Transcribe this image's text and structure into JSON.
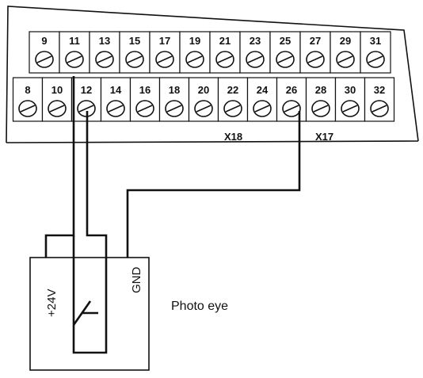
{
  "terminal_block": {
    "top_row": [
      "9",
      "11",
      "13",
      "15",
      "17",
      "19",
      "21",
      "23",
      "25",
      "27",
      "29",
      "31"
    ],
    "bottom_row": [
      "8",
      "10",
      "12",
      "14",
      "16",
      "18",
      "20",
      "22",
      "24",
      "26",
      "28",
      "30",
      "32"
    ],
    "connector_labels": [
      "X18",
      "X17"
    ]
  },
  "sensor": {
    "name": "Photo eye",
    "pins": [
      "+24V",
      "GND"
    ]
  },
  "connections": [
    {
      "terminal": "11",
      "pin": "+24V"
    },
    {
      "terminal": "12",
      "pin": "switch output"
    },
    {
      "terminal": "26",
      "pin": "GND"
    }
  ]
}
